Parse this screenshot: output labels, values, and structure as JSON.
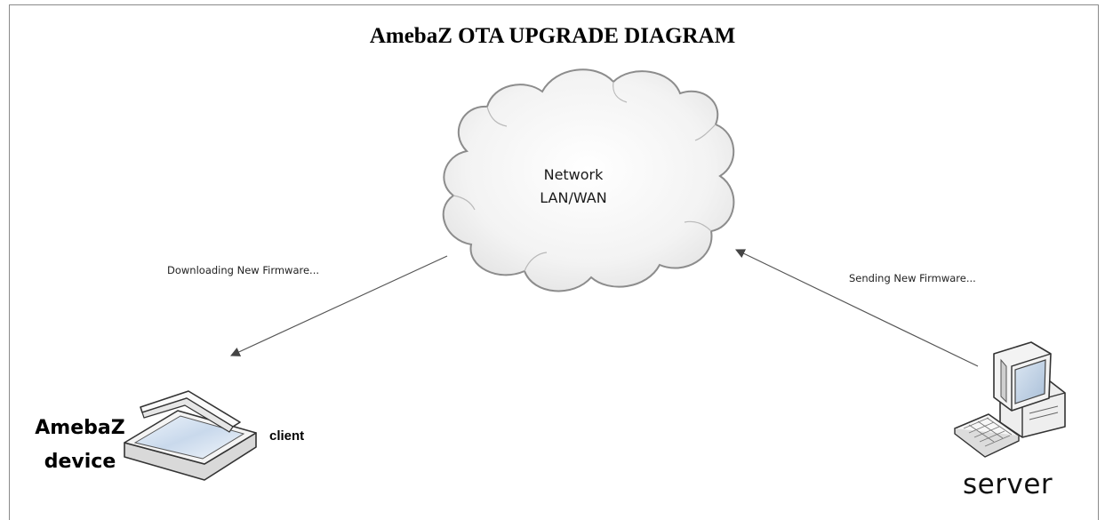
{
  "title": "AmebaZ OTA UPGRADE DIAGRAM",
  "network": {
    "line1": "Network",
    "line2": "LAN/WAN"
  },
  "flows": {
    "download": "Downloading New Firmware...",
    "send": "Sending New Firmware..."
  },
  "device": {
    "line1": "AmebaZ",
    "line2": "device",
    "role": "client"
  },
  "server": {
    "label": "server"
  },
  "icons": [
    "cloud-icon",
    "scanner-icon",
    "desktop-computer-icon"
  ],
  "colors": {
    "frame": "#8a8a8a",
    "arrow": "#555555",
    "cloud_stroke": "#8c8c8c",
    "cloud_fill": "#f1f1f1"
  }
}
